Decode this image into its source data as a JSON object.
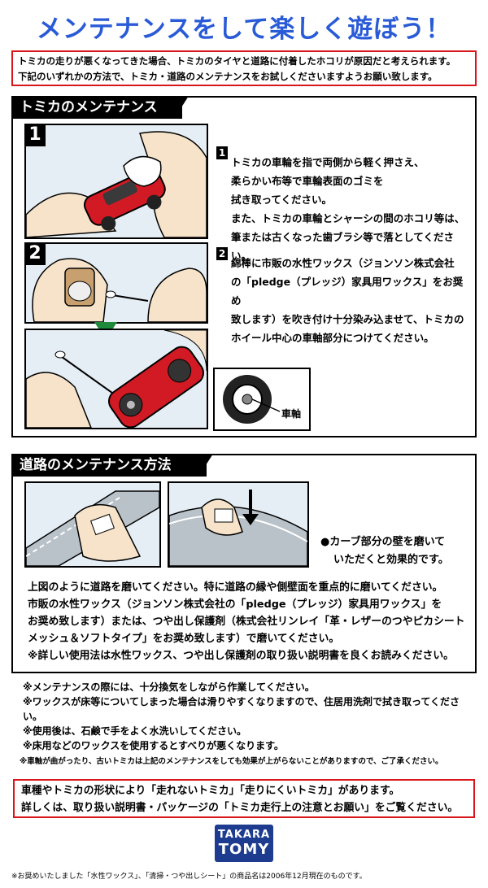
{
  "title": "メンテナンスをして楽しく遊ぼう！",
  "intro": {
    "line1": "トミカの走りが悪くなってきた場合、トミカのタイヤと道路に付着したホコリが原因だと考えられます。",
    "line2": "下記のいずれかの方法で、トミカ・道路のメンテナンスをお試しくださいますようお願い致します。"
  },
  "section1": {
    "heading": "トミカのメンテナンス",
    "step1": {
      "number": "1",
      "lines": [
        "トミカの車輪を指で両側から軽く押さえ、",
        "柔らかい布等で車輪表面のゴミを",
        "拭き取ってください。",
        "また、トミカの車輪とシャーシの間のホコリ等は、",
        "筆または古くなった歯ブラシ等で落としてください。"
      ]
    },
    "step2": {
      "number": "2",
      "lines": [
        "綿棒に市販の水性ワックス（ジョンソン株式会社",
        "の「pledge（プレッジ）家具用ワックス」をお奨め",
        "致します）を吹き付け十分染み込ませて、トミカの",
        "ホイール中心の車軸部分につけてください。"
      ]
    },
    "axle_label": "車軸"
  },
  "section2": {
    "heading": "道路のメンテナンス方法",
    "curve_note": {
      "line1": "●カーブ部分の壁を磨いて",
      "line2": "いただくと効果的です。"
    },
    "body": [
      "上図のように道路を磨いてください。特に道路の縁や側壁面を重点的に磨いてください。",
      "市販の水性ワックス（ジョンソン株式会社の「pledge（プレッジ）家具用ワックス」を",
      "お奨め致します）または、つや出し保護剤（株式会社リンレイ「革・レザーのつやピカシート",
      "メッシュ＆ソフトタイプ」をお奨め致します）で磨いてください。",
      "※詳しい使用法は水性ワックス、つや出し保護剤の取り扱い説明書を良くお読みください。"
    ]
  },
  "notes": [
    "※メンテナンスの際には、十分換気をしながら作業してください。",
    "※ワックスが床等についてしまった場合は滑りやすくなりますので、住居用洗剤で拭き取ってください。",
    "※使用後は、石鹸で手をよく水洗いしてください。",
    "※床用などのワックスを使用するとすべりが悪くなります。"
  ],
  "disclaimer": "※車軸が曲がったり、古いトミカは上記のメンテナンスをしても効果が上がらないことがありますので、ご了承ください。",
  "warning": {
    "line1": "車種やトミカの形状により「走れないトミカ」「走りにくいトミカ」があります。",
    "line2": "詳しくは、取り扱い説明書・パッケージの「トミカ走行上の注意とお願い」をご覧ください。"
  },
  "logo": {
    "top": "TAKARA",
    "bottom": "TOMY"
  },
  "footer": "※お奨めいたしました「水性ワックス」、「清掃・つや出しシート」の商品名は2006年12月現在のものです。",
  "colors": {
    "title": "#2a5bd7",
    "border_red": "#d9141a",
    "panel_bg": "#e6eef5",
    "car_red": "#d21a24",
    "arrow_green": "#1f8a3c",
    "logo_blue": "#1d3c8f"
  }
}
